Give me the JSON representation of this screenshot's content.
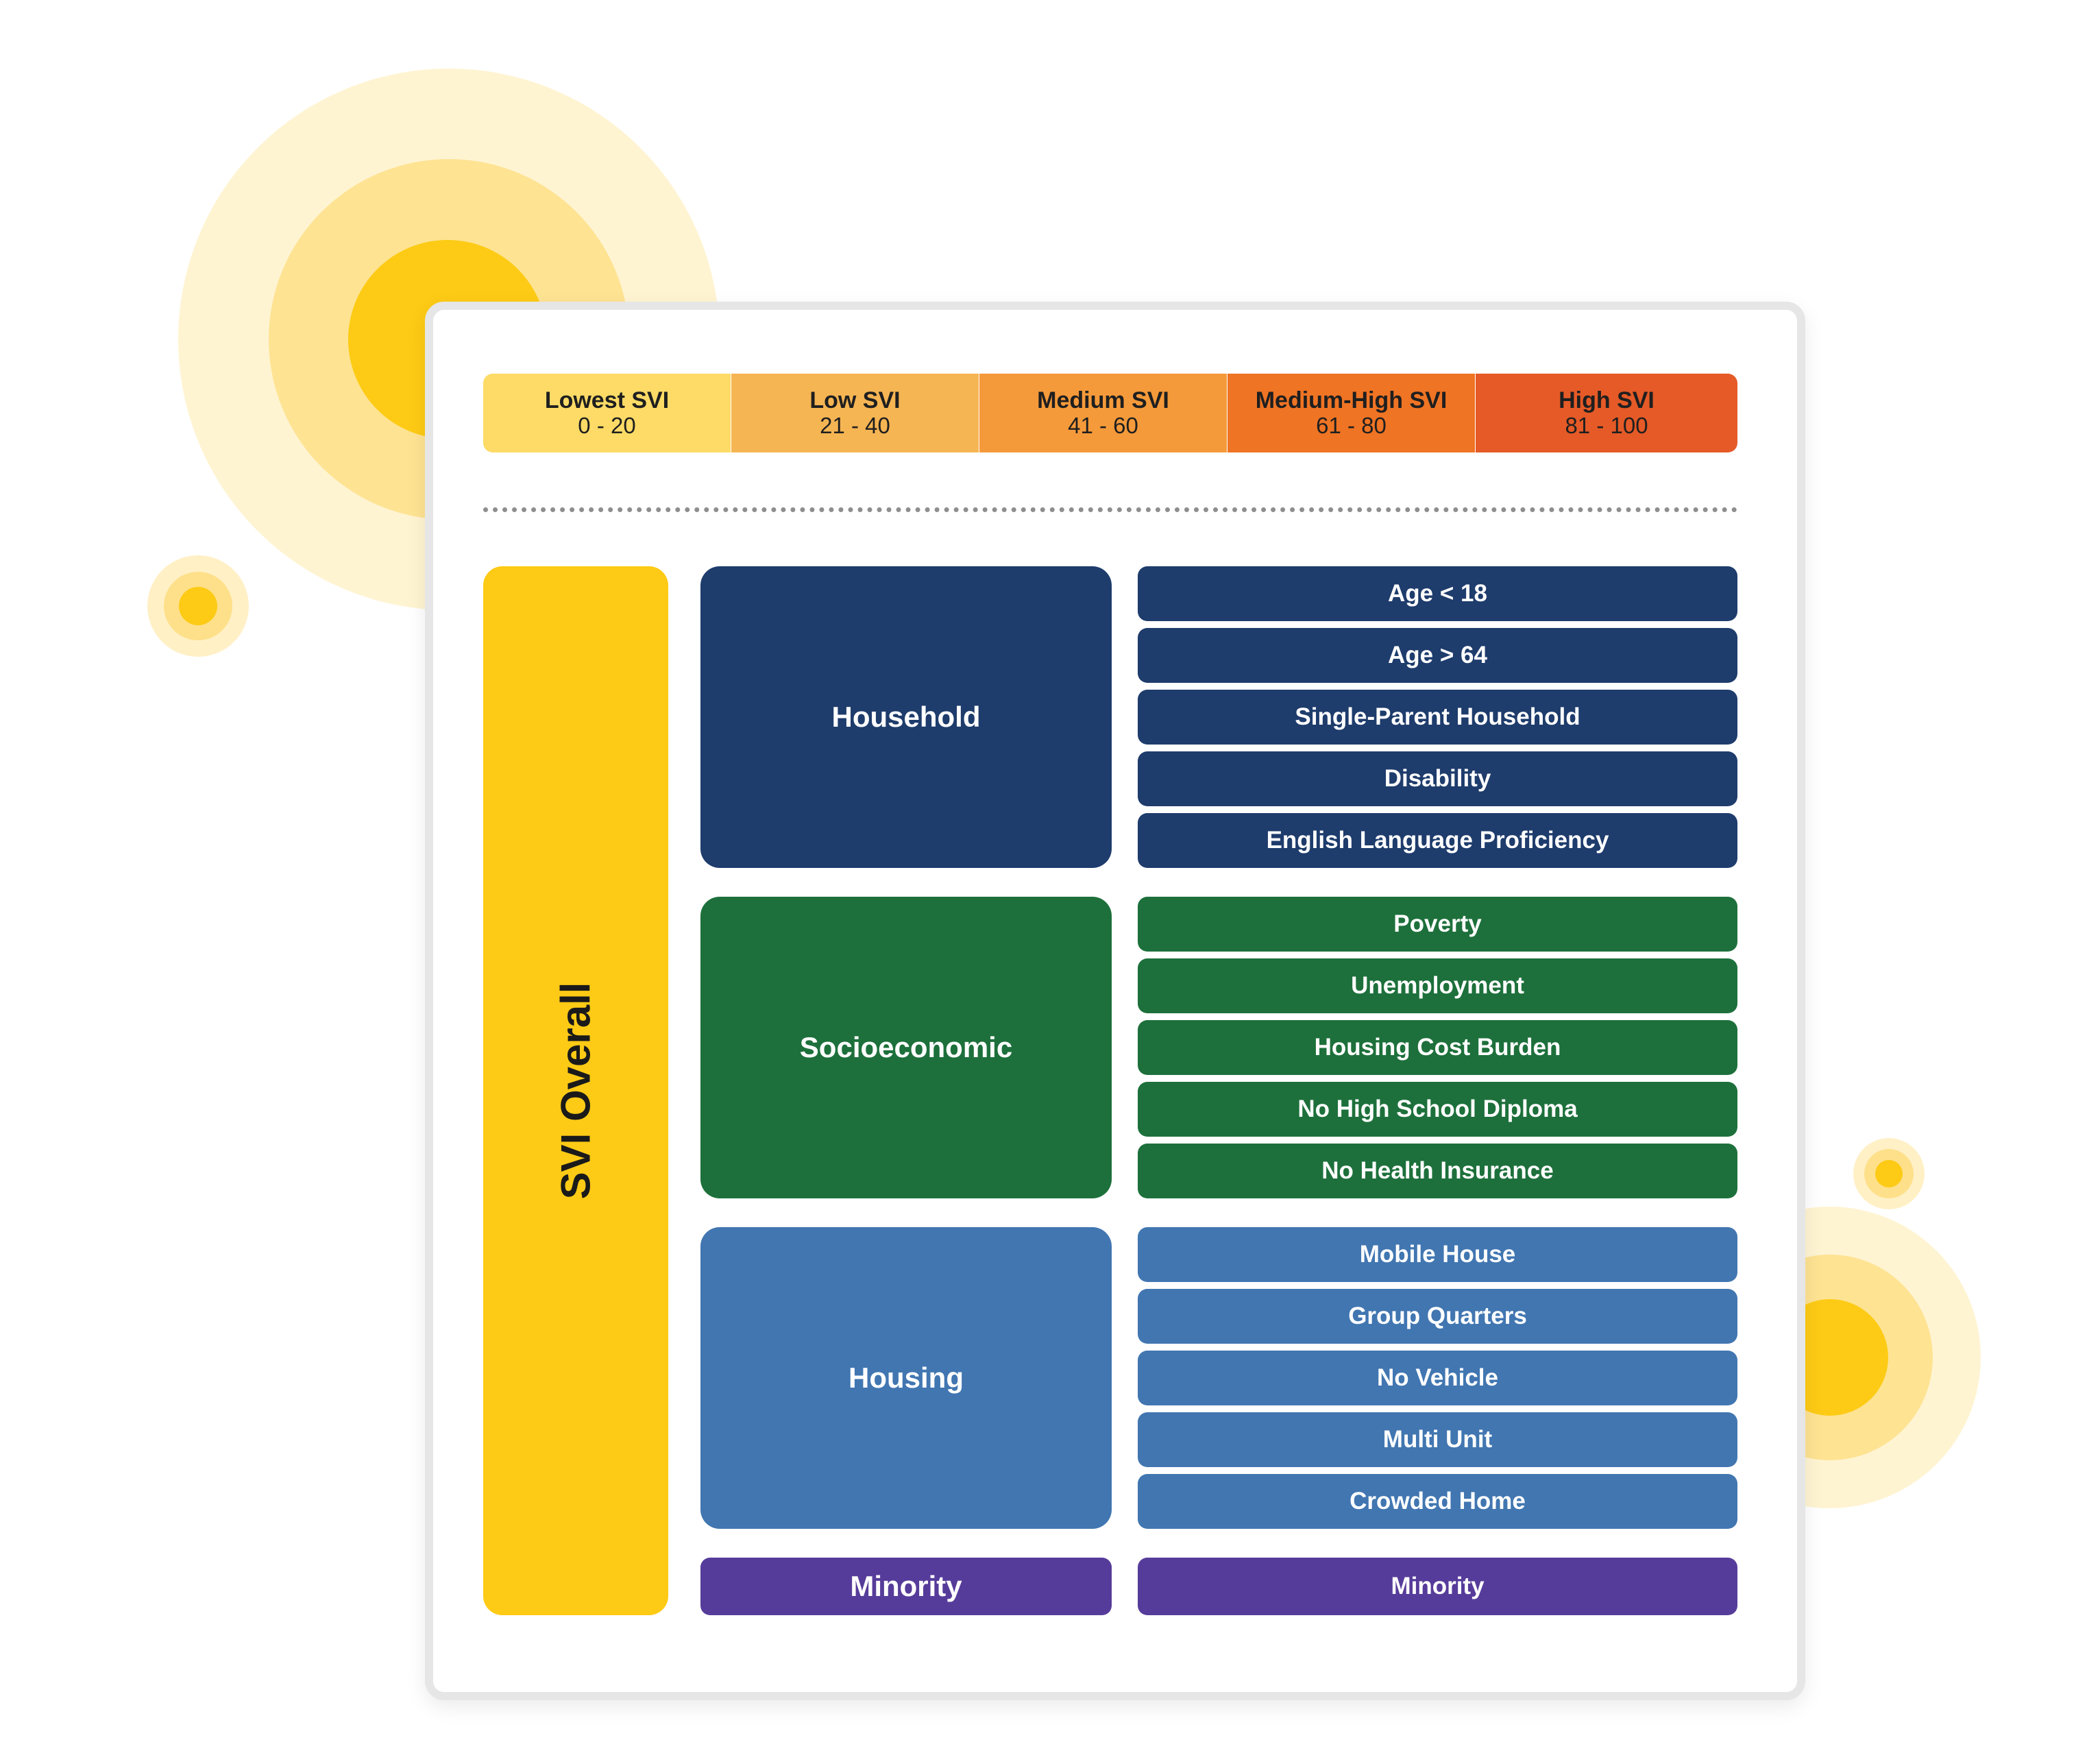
{
  "colors": {
    "lowest": "#fddb66",
    "low": "#f6b553",
    "medium": "#f59a3a",
    "medium_high": "#ef7424",
    "high": "#e55a27",
    "overall": "#fdca15",
    "household": "#1e3c6c",
    "socioeconomic": "#1d703b",
    "housing": "#4176b1",
    "minority": "#563c9a"
  },
  "legend": [
    {
      "label": "Lowest SVI",
      "range": "0 - 20"
    },
    {
      "label": "Low SVI",
      "range": "21 - 40"
    },
    {
      "label": "Medium SVI",
      "range": "41 - 60"
    },
    {
      "label": "Medium-High SVI",
      "range": "61 - 80"
    },
    {
      "label": "High SVI",
      "range": "81 - 100"
    }
  ],
  "overall": {
    "label": "SVI Overall"
  },
  "household": {
    "label": "Household",
    "items": [
      "Age < 18",
      "Age > 64",
      "Single-Parent Household",
      "Disability",
      "English Language Proficiency"
    ]
  },
  "socioeconomic": {
    "label": "Socioeconomic",
    "items": [
      "Poverty",
      "Unemployment",
      "Housing Cost Burden",
      "No High School Diploma",
      "No Health Insurance"
    ]
  },
  "housing": {
    "label": "Housing",
    "items": [
      "Mobile House",
      "Group Quarters",
      "No Vehicle",
      "Multi Unit",
      "Crowded Home"
    ]
  },
  "minority": {
    "label": "Minority",
    "items": [
      "Minority"
    ]
  }
}
